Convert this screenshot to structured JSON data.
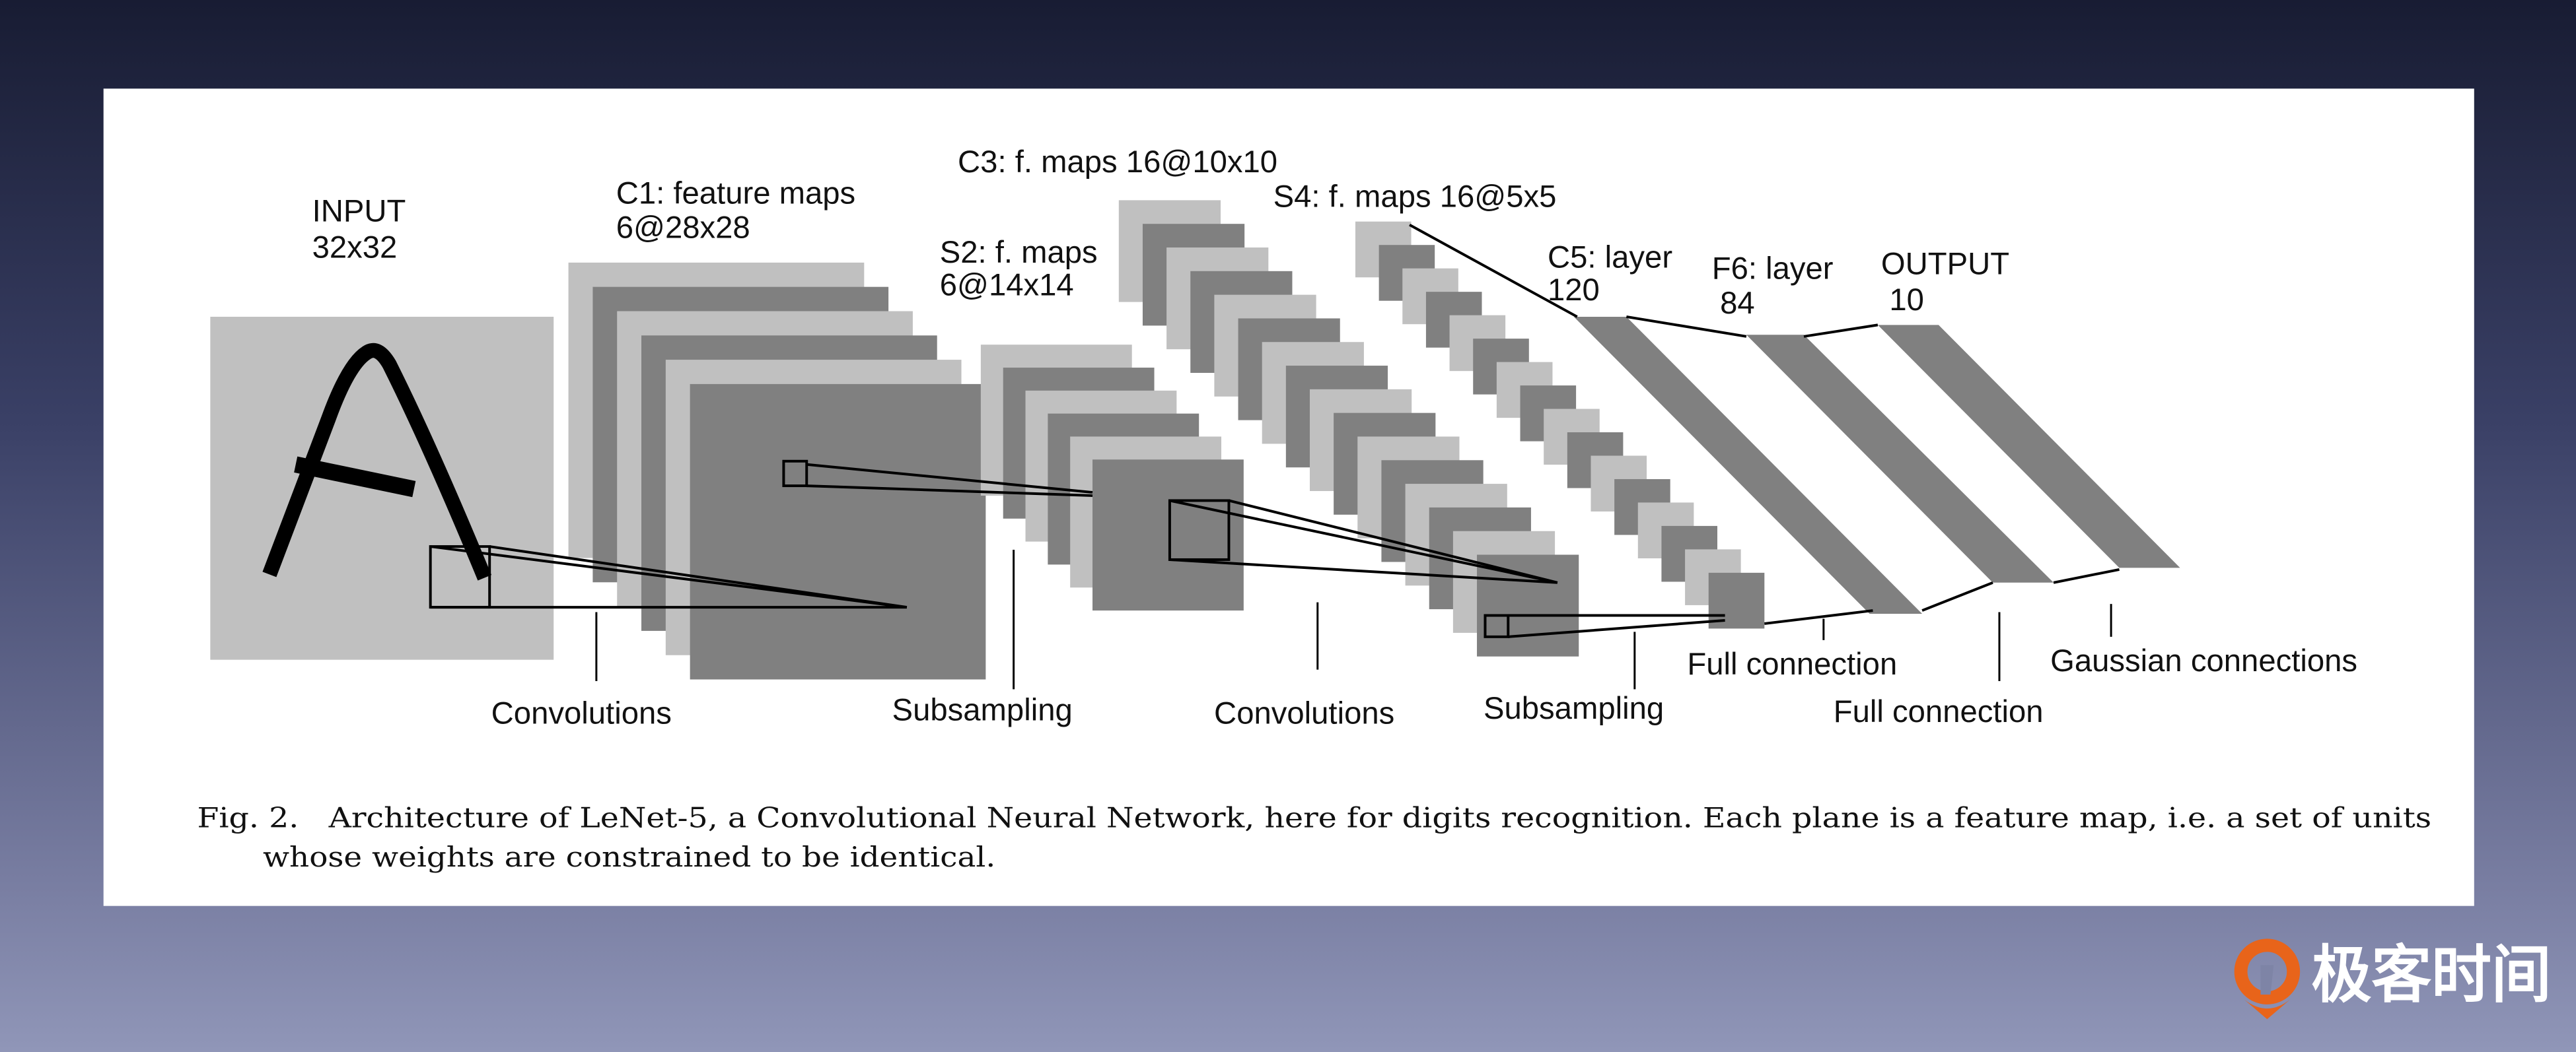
{
  "figure": {
    "labels": {
      "input": [
        "INPUT",
        "32x32"
      ],
      "c1": [
        "C1: feature maps",
        "6@28x28"
      ],
      "s2": [
        "S2: f. maps",
        "6@14x14"
      ],
      "c3": "C3: f. maps 16@10x10",
      "s4": "S4: f. maps 16@5x5",
      "c5": [
        "C5: layer",
        "120"
      ],
      "f6": [
        "F6: layer",
        "84"
      ],
      "output": [
        "OUTPUT",
        "10"
      ]
    },
    "operations": {
      "conv1": "Convolutions",
      "sub1": "Subsampling",
      "conv2": "Convolutions",
      "sub2": "Subsampling",
      "full1": "Full connection",
      "full2": "Full connection",
      "gauss": "Gaussian connections"
    },
    "stacks": {
      "c1": 6,
      "s2": 6,
      "c3": 16,
      "s4": 16
    },
    "colors": {
      "light": "#c0c0c0",
      "dark": "#808080"
    }
  },
  "caption": {
    "line1": "Fig. 2.   Architecture of LeNet-5, a Convolutional Neural Network, here for digits recognition. Each plane is a feature map, i.e. a set of units",
    "line2": "whose weights are constrained to be identical."
  },
  "logo": {
    "text": "极客时间",
    "accent": "#e8641a"
  }
}
